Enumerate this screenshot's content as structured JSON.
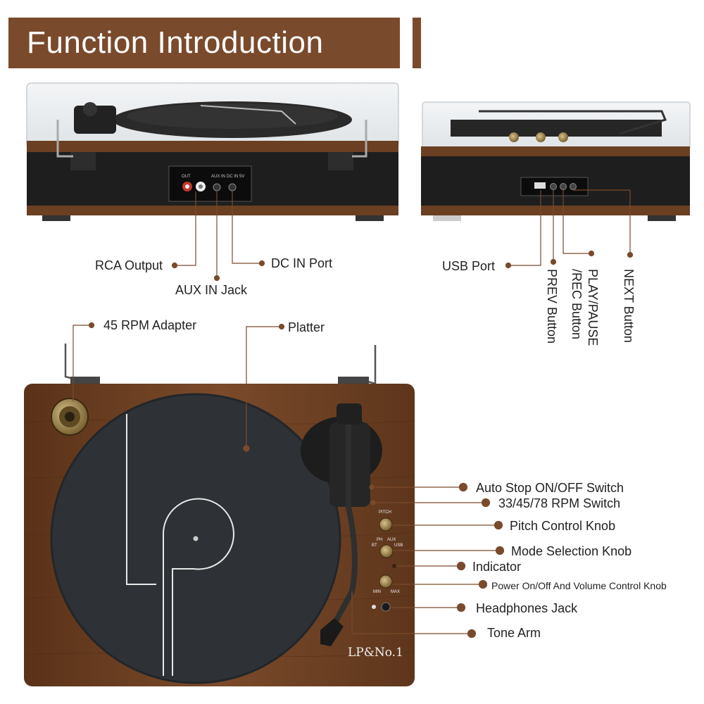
{
  "header": {
    "title": "Function Introduction"
  },
  "back_view": {
    "panel": {
      "out": "OUT",
      "aux": "AUX IN",
      "dc": "DC IN 5V"
    },
    "labels": {
      "rca_output": "RCA Output",
      "aux_in_jack": "AUX IN Jack",
      "dc_in_port": "DC IN Port"
    }
  },
  "side_view": {
    "labels": {
      "usb_port": "USB Port",
      "prev_button": "PREV Button",
      "play_pause_rec_line1": "PLAY/PAUSE",
      "play_pause_rec_line2": "/REC Button",
      "next_button": "NEXT Button"
    }
  },
  "top_view": {
    "panel": {
      "pitch": "PITCH",
      "ph": "PH",
      "aux": "AUX",
      "bt": "BT",
      "usb": "USB",
      "min": "MIN",
      "max": "MAX"
    },
    "brand": "LP&No.1",
    "labels": {
      "rpm_adapter": "45 RPM Adapter",
      "platter": "Platter",
      "auto_stop": "Auto Stop ON/OFF Switch",
      "rpm_switch": "33/45/78 RPM Switch",
      "pitch_knob": "Pitch Control Knob",
      "mode_knob": "Mode Selection Knob",
      "indicator": "Indicator",
      "power_volume": "Power On/Off And Volume Control Knob",
      "headphones": "Headphones Jack",
      "tone_arm": "Tone Arm"
    }
  },
  "colors": {
    "banner": "#7a4a2c",
    "callout": "#7a4a2c",
    "wood": "#6b3f22",
    "speaker": "#1e1e1e",
    "platter": "#2e3236"
  }
}
